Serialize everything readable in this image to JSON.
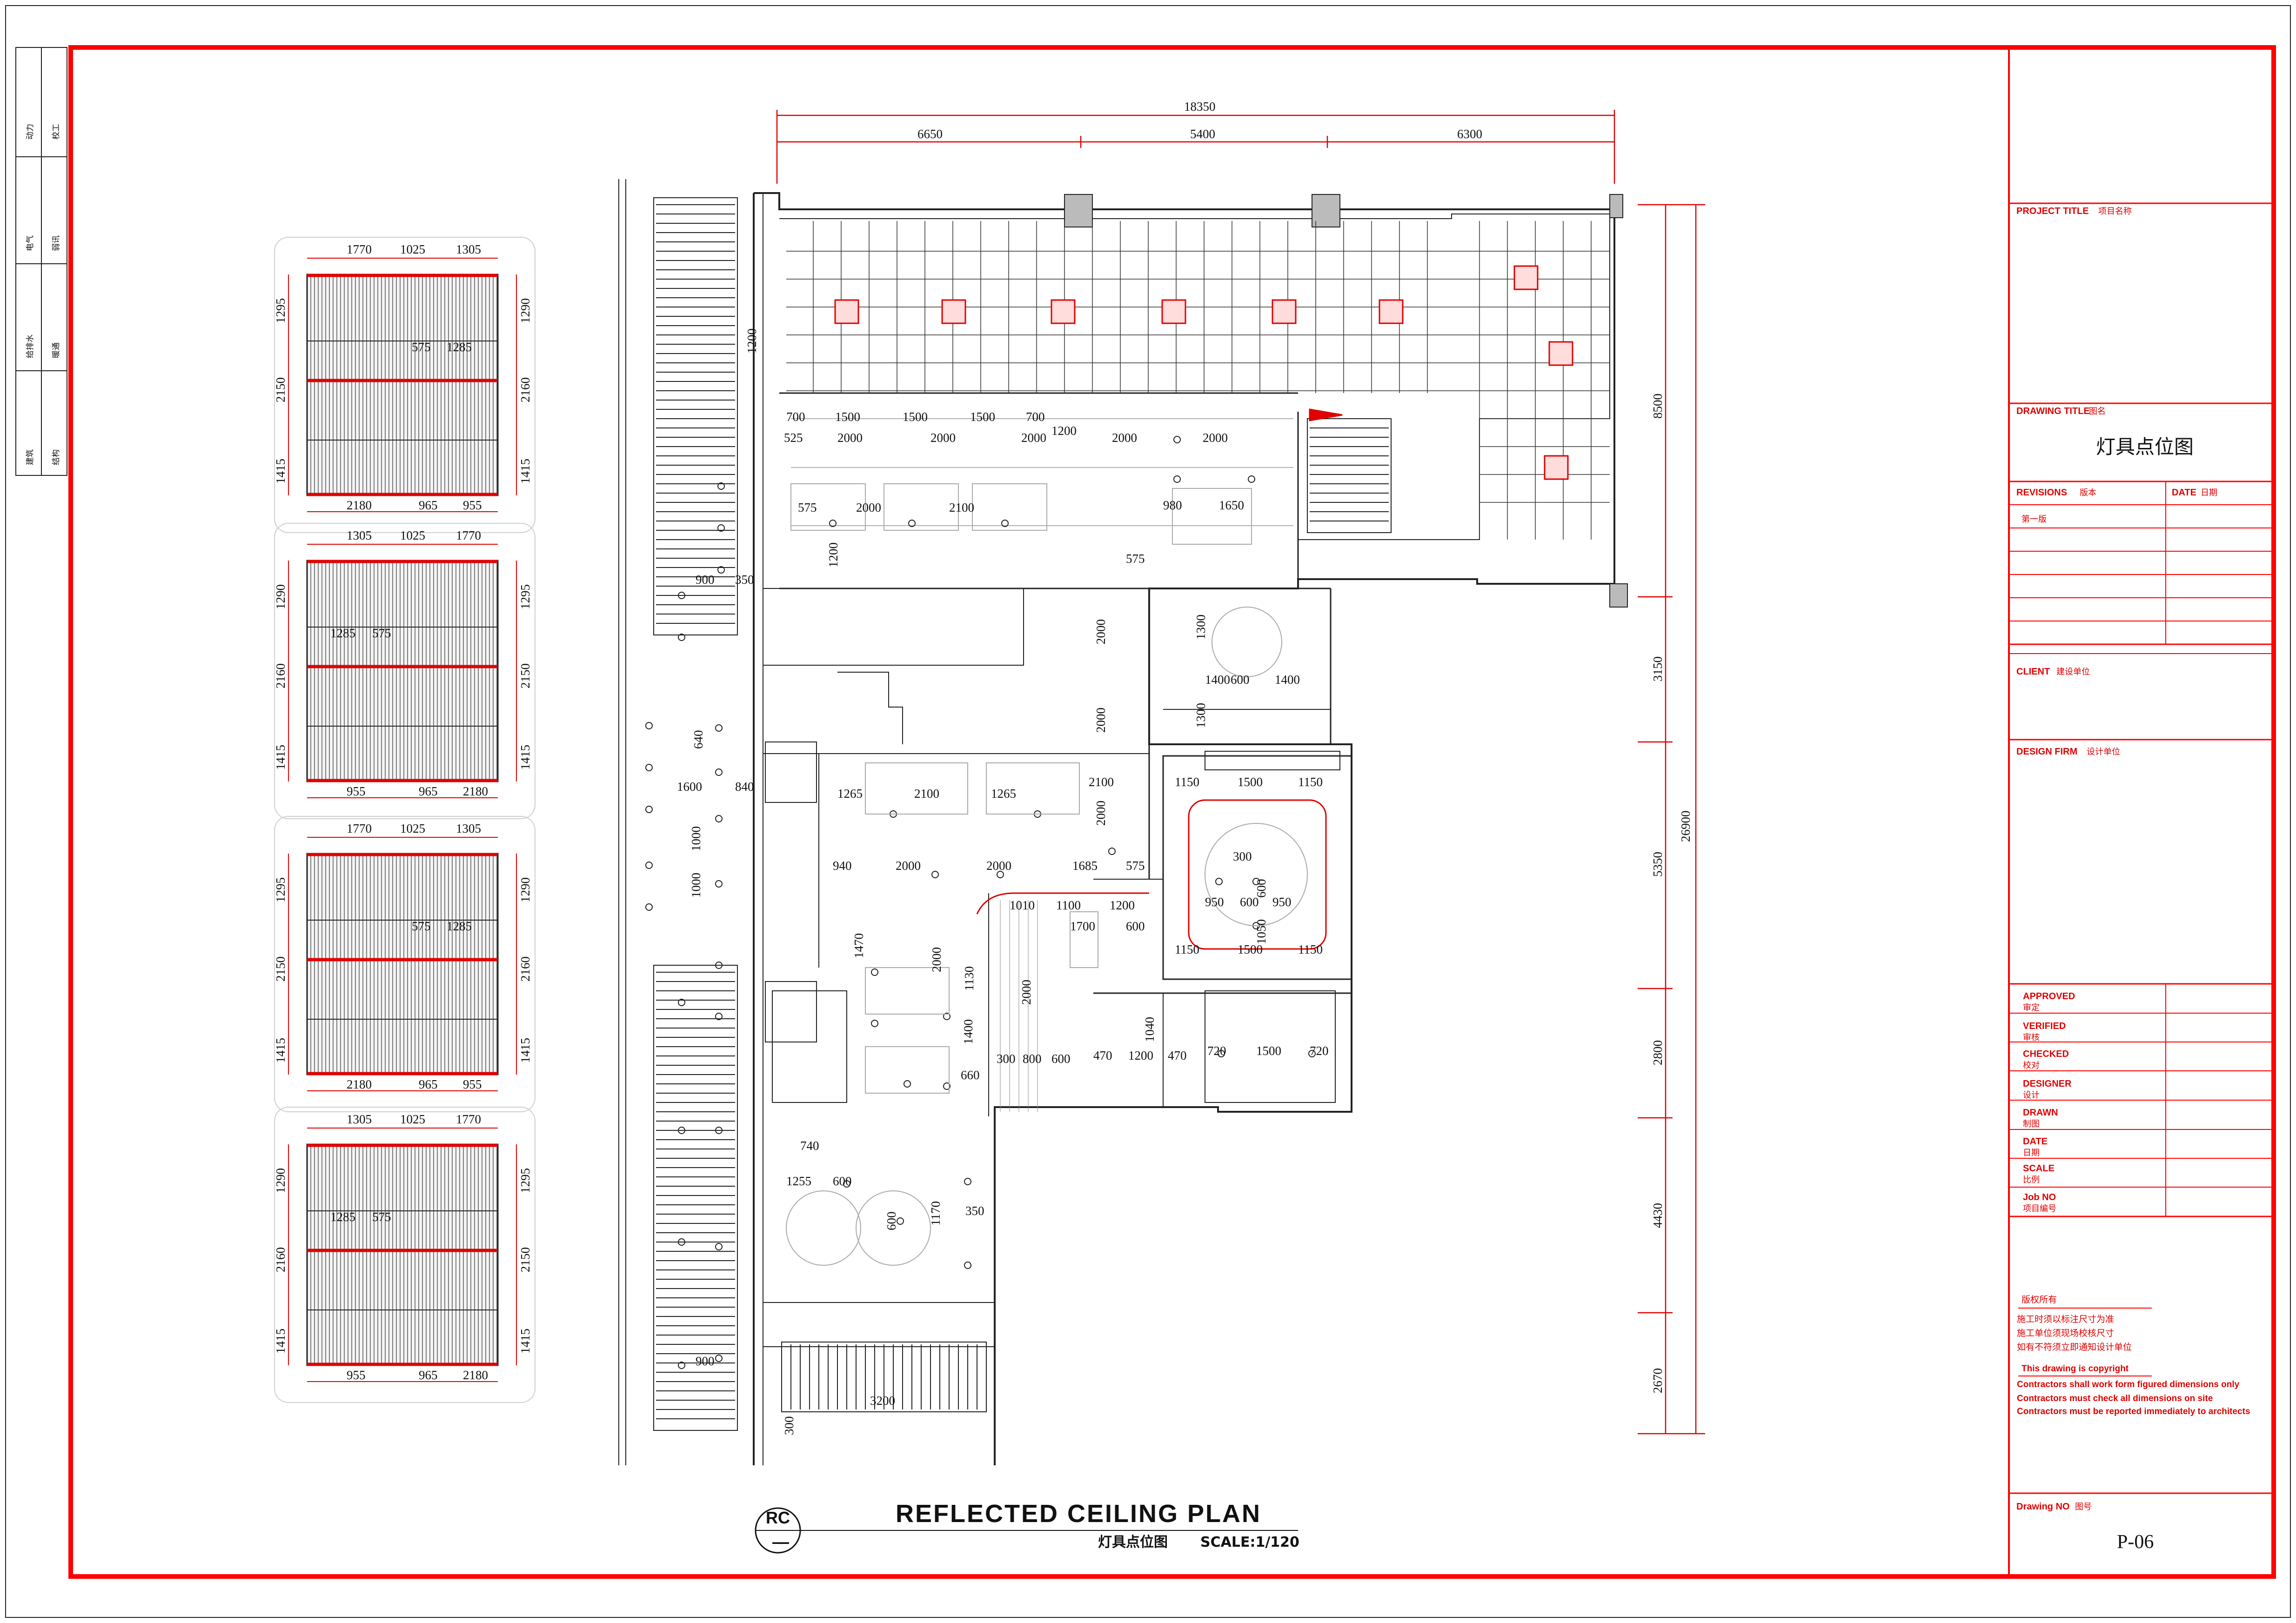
{
  "left_strip": {
    "cells": [
      {
        "a": "动力",
        "b": "校工"
      },
      {
        "a": "电气",
        "b": "弱讯"
      },
      {
        "a": "给排水",
        "b": "暖通"
      },
      {
        "a": "建筑",
        "b": "结构"
      }
    ]
  },
  "title_block": {
    "project_title_label": "PROJECT TITLE",
    "project_title_cn": "项目名称",
    "drawing_title_label": "DRAWING TITLE",
    "drawing_title_cn": "图名",
    "drawing_title_value": "灯具点位图",
    "revisions_label": "REVISIONS",
    "revisions_cn": "版本",
    "date_label": "DATE",
    "date_cn": "日期",
    "revision_1": "第一版",
    "client_label": "CLIENT",
    "client_cn": "建设单位",
    "design_firm_label": "DESIGN FIRM",
    "design_firm_cn": "设计单位",
    "sign_rows": [
      {
        "en": "APPROVED",
        "cn": "审定"
      },
      {
        "en": "VERIFIED",
        "cn": "审核"
      },
      {
        "en": "CHECKED",
        "cn": "校对"
      },
      {
        "en": "DESIGNER",
        "cn": "设计"
      },
      {
        "en": "DRAWN",
        "cn": "制图"
      },
      {
        "en": "DATE",
        "cn": "日期"
      },
      {
        "en": "SCALE",
        "cn": "比例"
      },
      {
        "en": "Job NO",
        "cn": "项目编号"
      }
    ],
    "notes_cn": [
      "版权所有",
      "施工时须以标注尺寸为准",
      "施工单位须现场校核尺寸",
      "如有不符须立即通知设计单位"
    ],
    "notes_en": [
      "This drawing is copyright",
      "Contractors shall work form figured dimensions only",
      "Contractors must check all dimensions on site",
      "Contractors must be reported immediately to architects"
    ],
    "drawing_no_label": "Drawing NO",
    "drawing_no_cn": "图号",
    "drawing_no_value": "P-06"
  },
  "plan_title": {
    "marker_top": "RC",
    "marker_bottom": "—",
    "title": "REFLECTED CEILING PLAN",
    "subtitle_cn": "灯具点位图",
    "scale": "SCALE:1/120"
  },
  "dimensions": {
    "top_total": "18350",
    "top_segments": [
      "6650",
      "5400",
      "6300"
    ],
    "right_total": "26900",
    "right_segments": [
      "8500",
      "3150",
      "5350",
      "2800",
      "4430",
      "2670"
    ]
  },
  "detail_panels": [
    {
      "top": [
        "1770",
        "1025",
        "1305"
      ],
      "bottom": [
        "2180",
        "965",
        "955"
      ],
      "left": [
        "1295",
        "2150",
        "1415"
      ],
      "right": [
        "1290",
        "2160",
        "1415"
      ],
      "inner": [
        "575",
        "1285"
      ]
    },
    {
      "top": [
        "1305",
        "1025",
        "1770"
      ],
      "bottom": [
        "955",
        "965",
        "2180"
      ],
      "left": [
        "1290",
        "2160",
        "1415"
      ],
      "right": [
        "1295",
        "2150",
        "1415"
      ],
      "inner": [
        "1285",
        "575"
      ]
    },
    {
      "top": [
        "1770",
        "1025",
        "1305"
      ],
      "bottom": [
        "2180",
        "965",
        "955"
      ],
      "left": [
        "1295",
        "2150",
        "1415"
      ],
      "right": [
        "1290",
        "2160",
        "1415"
      ],
      "inner": [
        "575",
        "1285"
      ]
    },
    {
      "top": [
        "1305",
        "1025",
        "1770"
      ],
      "bottom": [
        "955",
        "965",
        "2180"
      ],
      "left": [
        "1290",
        "2160",
        "1415"
      ],
      "right": [
        "1295",
        "2150",
        "1415"
      ],
      "inner": [
        "1285",
        "575"
      ]
    }
  ],
  "plan_dims": {
    "row_a": [
      "700",
      "1500",
      "1500",
      "1500",
      "700",
      "1200"
    ],
    "row_b": [
      "525",
      "2000",
      "2000",
      "2000",
      "2000",
      "2000"
    ],
    "row_c": [
      "575",
      "2000",
      "2100",
      "980",
      "1650",
      "575"
    ],
    "vert_a": [
      "1200",
      "1200",
      "2000",
      "2000",
      "2000"
    ],
    "room_dims": [
      "1300",
      "1400",
      "600",
      "1400",
      "1300"
    ],
    "vip_dims": [
      "1150",
      "1500",
      "1150",
      "950",
      "600",
      "950",
      "1050",
      "600",
      "1150",
      "1500",
      "1150",
      "300"
    ],
    "mid_dims": [
      "1265",
      "2100",
      "1265",
      "2100",
      "940",
      "2000",
      "2000",
      "1685",
      "575"
    ],
    "lower_dims": [
      "1010",
      "1100",
      "1200",
      "1700",
      "600",
      "1470",
      "2000",
      "1130",
      "2000",
      "1400",
      "300",
      "800",
      "600",
      "660"
    ],
    "kitchen_dims": [
      "470",
      "1200",
      "470",
      "1040",
      "720",
      "1500",
      "720"
    ],
    "bottom_dims": [
      "740",
      "1255",
      "600",
      "600",
      "1170",
      "350",
      "3200",
      "300"
    ],
    "left_dims": [
      "1600",
      "840",
      "1000",
      "1000",
      "900",
      "900",
      "350",
      "640"
    ]
  }
}
